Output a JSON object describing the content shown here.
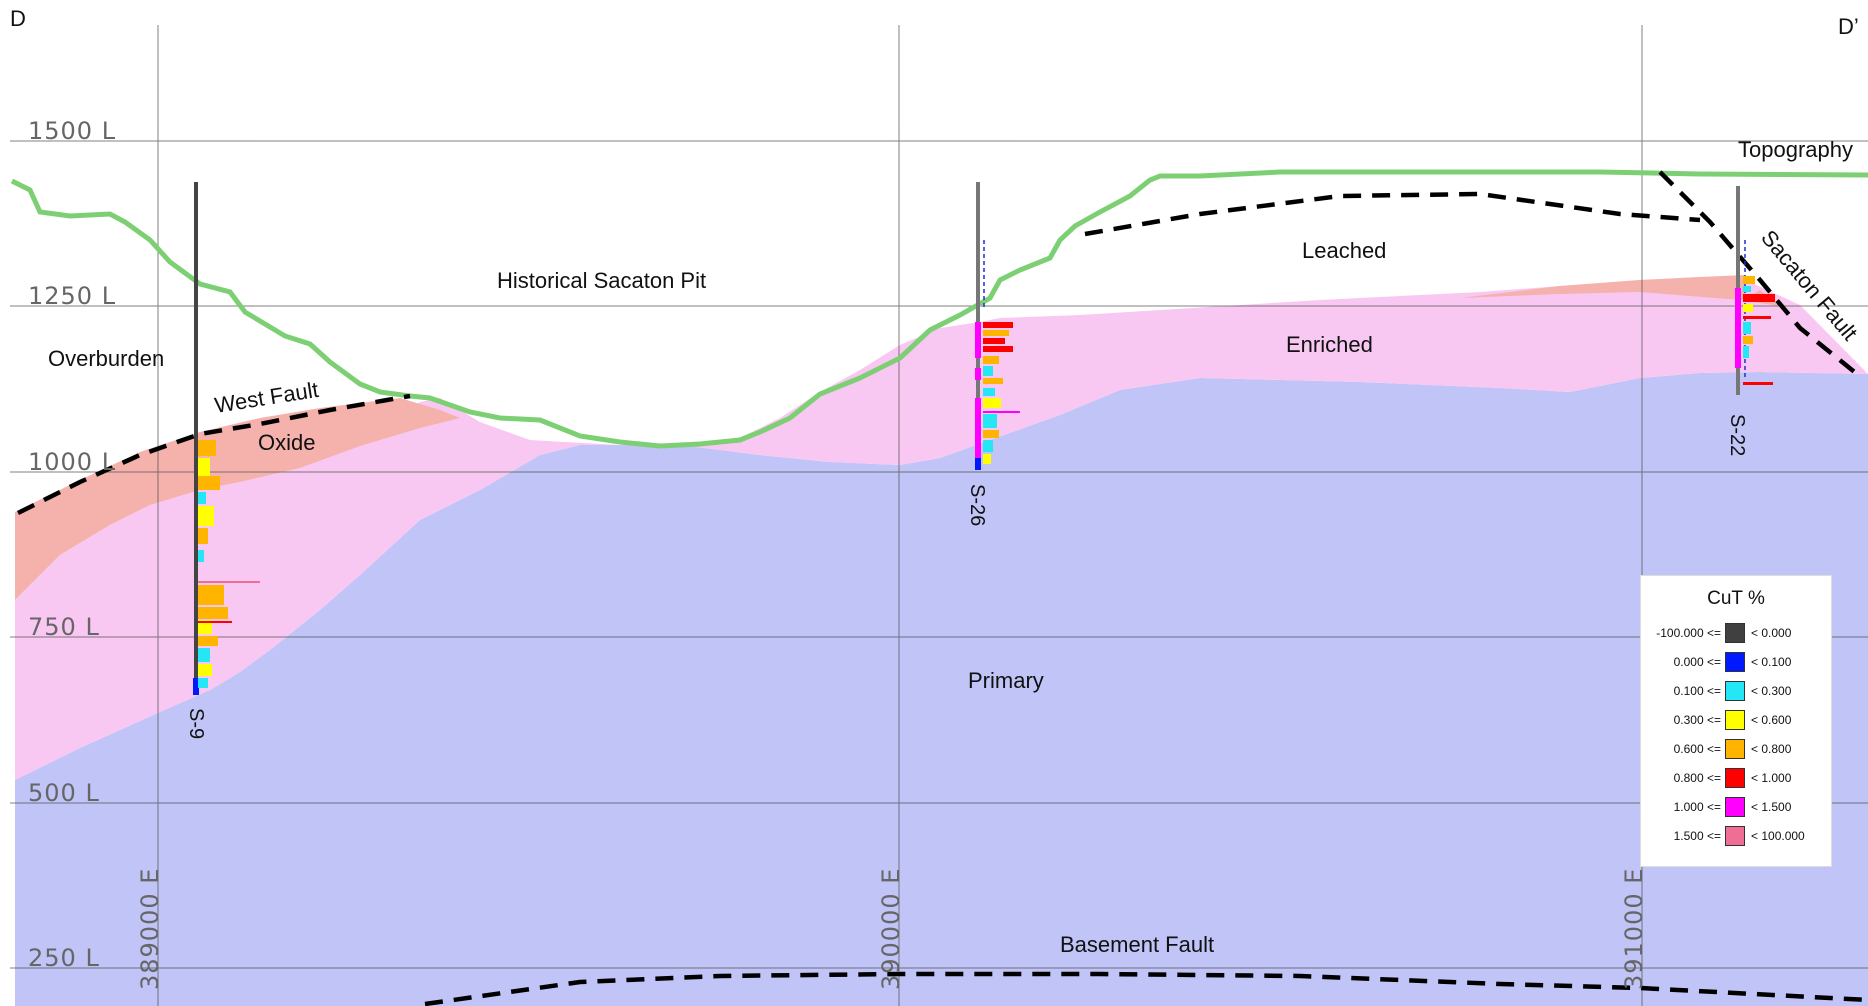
{
  "section": {
    "start_label": "D",
    "end_label": "D’"
  },
  "elevation_labels": [
    "1500 L",
    "1250 L",
    "1000 L",
    "750 L",
    "500 L",
    "250 L"
  ],
  "easting_labels": [
    "389000 E",
    "390000 E",
    "391000 E"
  ],
  "units": [
    {
      "name": "Overburden"
    },
    {
      "name": "Historical Sacaton Pit"
    },
    {
      "name": "Oxide"
    },
    {
      "name": "Leached"
    },
    {
      "name": "Enriched"
    },
    {
      "name": "Primary"
    }
  ],
  "structures": [
    {
      "name": "Topography"
    },
    {
      "name": "West Fault"
    },
    {
      "name": "Sacaton Fault"
    },
    {
      "name": "Basement Fault"
    }
  ],
  "drillholes": [
    "S-9",
    "S-26",
    "S-22"
  ],
  "colors": {
    "primary": "#c0c4f7",
    "enriched": "#f9c8f2",
    "oxide": "#f5b1ab",
    "topography": "#7dcf74",
    "fault": "#000000",
    "grid": "#555555"
  },
  "legend": {
    "title": "CuT %",
    "bins": [
      {
        "low": "-100.000 <=",
        "high": "< 0.000",
        "color": "#404040"
      },
      {
        "low": "0.000 <=",
        "high": "< 0.100",
        "color": "#0019ff"
      },
      {
        "low": "0.100 <=",
        "high": "< 0.300",
        "color": "#25e6f5"
      },
      {
        "low": "0.300 <=",
        "high": "< 0.600",
        "color": "#ffff00"
      },
      {
        "low": "0.600 <=",
        "high": "< 0.800",
        "color": "#ffb400"
      },
      {
        "low": "0.800 <=",
        "high": "< 1.000",
        "color": "#ff0000"
      },
      {
        "low": "1.000 <=",
        "high": "< 1.500",
        "color": "#ff00ff"
      },
      {
        "low": "1.500 <=",
        "high": "< 100.000",
        "color": "#f06e96"
      }
    ]
  }
}
